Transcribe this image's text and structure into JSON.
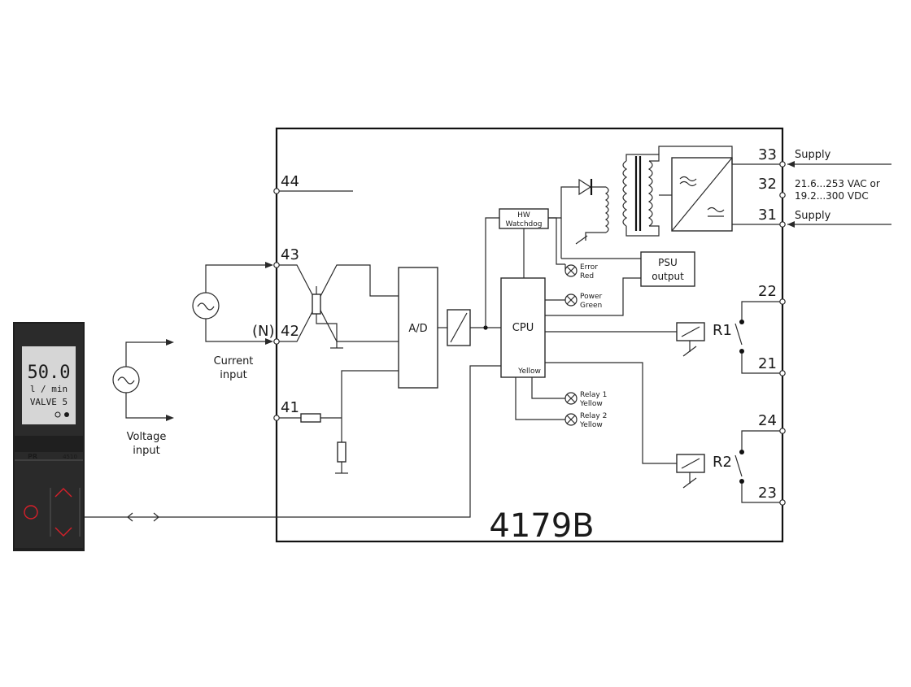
{
  "module": {
    "name": "4179B"
  },
  "terminals": {
    "t44": "44",
    "t43": "43",
    "t42": "42",
    "t41": "41",
    "neutral": "(N)",
    "t33": "33",
    "t32": "32",
    "t31": "31",
    "t22": "22",
    "t21": "21",
    "t24": "24",
    "t23": "23"
  },
  "supply": {
    "top_label": "Supply",
    "range_line1": "21.6...253 VAC or",
    "range_line2": "19.2...300 VDC",
    "bottom_label": "Supply"
  },
  "blocks": {
    "ad": "A/D",
    "cpu": "CPU",
    "cpu_sub": "Yellow",
    "watchdog_line1": "HW",
    "watchdog_line2": "Watchdog",
    "psu_line1": "PSU",
    "psu_line2": "output"
  },
  "leds": {
    "error_line1": "Error",
    "error_line2": "Red",
    "power_line1": "Power",
    "power_line2": "Green",
    "relay1_line1": "Relay 1",
    "relay1_line2": "Yellow",
    "relay2_line1": "Relay 2",
    "relay2_line2": "Yellow"
  },
  "relays": {
    "r1": "R1",
    "r2": "R2"
  },
  "inputs": {
    "current_line1": "Current",
    "current_line2": "input",
    "voltage_line1": "Voltage",
    "voltage_line2": "input"
  },
  "display_unit": {
    "value": "50.0",
    "unit": "l / min",
    "tag": "VALVE 5",
    "brand": "PR",
    "model": "4510",
    "colors": {
      "body": "#1f1f1f",
      "screen": "#d6d6d6",
      "accent": "#d6202a"
    }
  }
}
